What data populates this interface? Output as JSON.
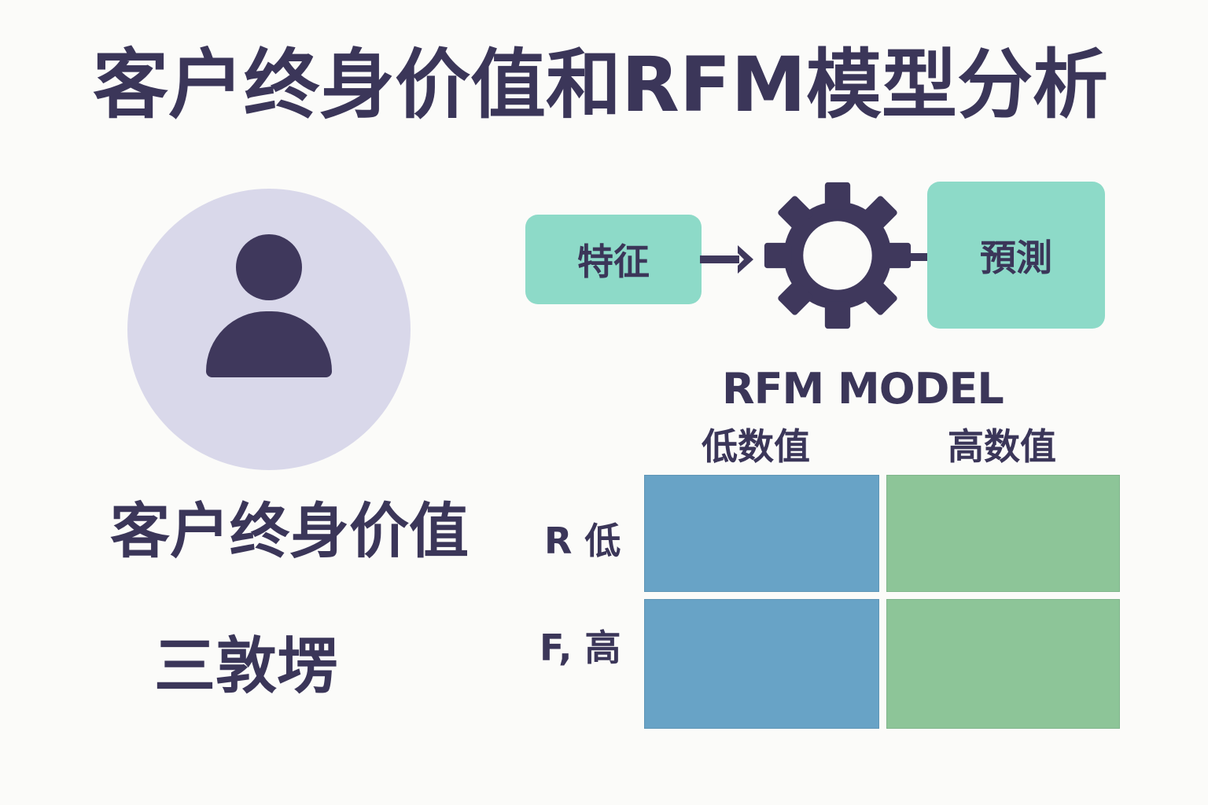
{
  "title": "客户终身价值和RFM模型分析",
  "left_panel": {
    "icon": "user-avatar-icon",
    "clv_label": "客户终身价值",
    "data_label": "三敦塄"
  },
  "flow": {
    "input_label": "特征",
    "process_icon": "gear-icon",
    "output_label": "預測",
    "arrow_icon": "arrow-right-icon"
  },
  "rfm": {
    "title": "RFM MODEL",
    "columns": [
      "低数值",
      "高数值"
    ],
    "rows": [
      "R 低",
      "F, 高"
    ],
    "colors": {
      "low": "#68a3c6",
      "high": "#8dc598"
    }
  },
  "colors": {
    "text": "#3b3659",
    "accent_box": "#8ddac8",
    "avatar_bg": "#d9d8ea",
    "icon_dark": "#3f385c"
  }
}
